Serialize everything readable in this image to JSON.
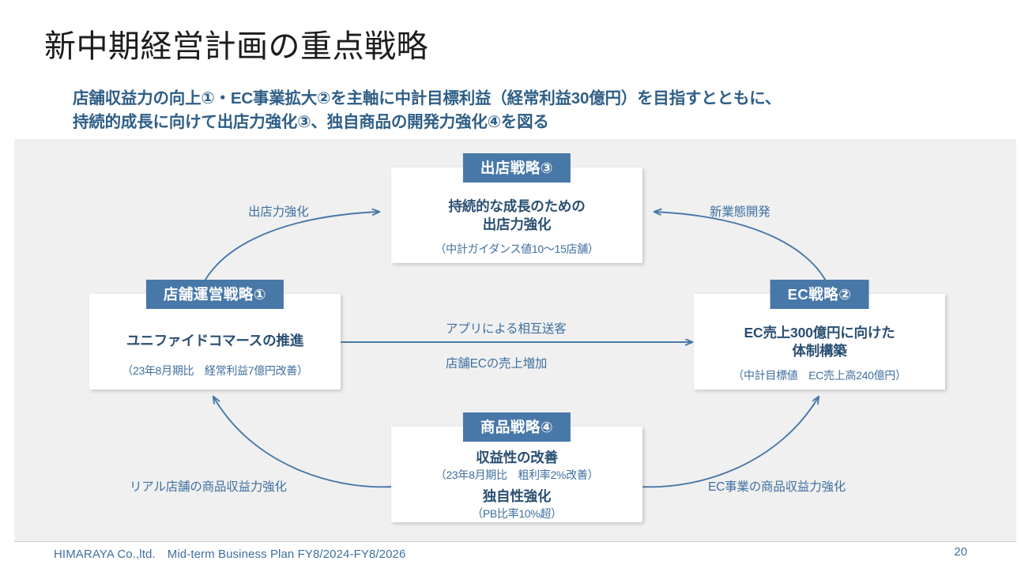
{
  "slide": {
    "title": "新中期経営計画の重点戦略",
    "subtitle_line1": "店舗収益力の向上①・EC事業拡大②を主軸に中計目標利益（経常利益30億円）を目指すとともに、",
    "subtitle_line2": "持続的成長に向けて出店力強化③、独自商品の開発力強化④を図る",
    "accent_color": "#4878a8",
    "text_color": "#2a4f72",
    "canvas_color": "#f0f0f0"
  },
  "nodes": {
    "top": {
      "header": "出店戦略③",
      "main_line1": "持続的な成長のための",
      "main_line2": "出店力強化",
      "sub": "（中計ガイダンス値10〜15店舗）"
    },
    "left": {
      "header": "店舗運営戦略①",
      "main_line1": "ユニファイドコマースの推進",
      "sub": "（23年8月期比　経常利益7億円改善）"
    },
    "right": {
      "header": "EC戦略②",
      "main_line1": "EC売上300億円に向けた",
      "main_line2": "体制構築",
      "sub": "（中計目標値　EC売上高240億円）"
    },
    "bottom": {
      "header": "商品戦略④",
      "main_line1": "収益性の改善",
      "sub1": "（23年8月期比　粗利率2%改善）",
      "main_line2": "独自性強化",
      "sub2": "（PB比率10%超）"
    }
  },
  "edges": {
    "left_to_top": "出店力強化",
    "right_to_top": "新業態開発",
    "middle_top": "アプリによる相互送客",
    "middle_bottom": "店舗ECの売上増加",
    "bottom_to_left": "リアル店舗の商品収益力強化",
    "bottom_to_right": "EC事業の商品収益力強化"
  },
  "footer": {
    "company": "HIMARAYA Co.,ltd.　Mid-term Business Plan FY8/2024-FY8/2026",
    "page": "20"
  }
}
